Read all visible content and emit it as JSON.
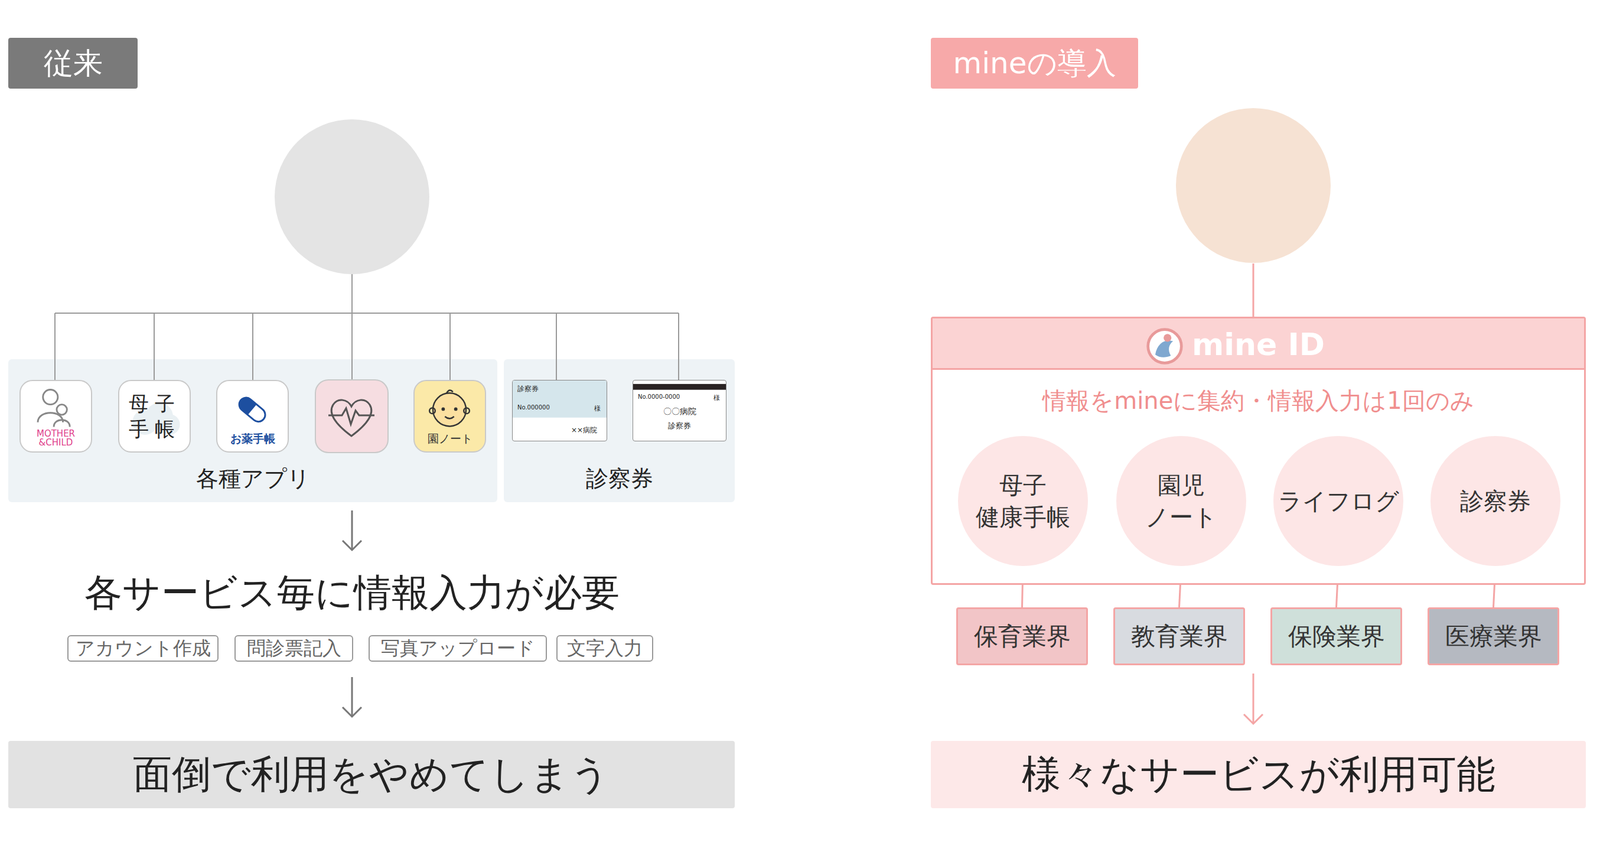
{
  "diagram": {
    "nodes": [
      {
        "text": [
          "従来"
        ]
      },
      {
        "text": [
          "各種アプリ"
        ]
      },
      {
        "text": [
          "MOTHER &CHILD"
        ],
        "in": 1
      },
      {
        "text": [
          "母子 手帳"
        ],
        "in": 1
      },
      {
        "text": [
          "お薬手帳"
        ],
        "in": 1
      },
      {
        "text": [
          "園ノート"
        ],
        "in": 1
      },
      {
        "text": [
          "診察券"
        ]
      },
      {
        "text": [
          "診察券",
          "No.000000",
          "様",
          "××病院"
        ],
        "in": 6
      },
      {
        "text": [
          "No.0000-0000",
          "様",
          "〇〇病院",
          "診察券"
        ],
        "in": 6
      },
      {
        "text": [
          "アカウント作成"
        ]
      },
      {
        "text": [
          "問診票記入"
        ]
      },
      {
        "text": [
          "写真アップロード"
        ]
      },
      {
        "text": [
          "文字入力"
        ]
      },
      {
        "text": [
          "面倒で利用をやめてしまう"
        ]
      },
      {
        "text": [
          "mineの導入"
        ]
      },
      {
        "text": [
          "mine ID",
          "情報をmineに集約・情報入力は1回のみ"
        ]
      },
      {
        "text": [
          "母子 健康手帳"
        ],
        "in": 15
      },
      {
        "text": [
          "園児 ノート"
        ],
        "in": 15
      },
      {
        "text": [
          "ライフログ"
        ],
        "in": 15
      },
      {
        "text": [
          "診察券"
        ],
        "in": 15
      },
      {
        "text": [
          "保育業界"
        ]
      },
      {
        "text": [
          "教育業界"
        ]
      },
      {
        "text": [
          "保険業界"
        ]
      },
      {
        "text": [
          "医療業界"
        ]
      },
      {
        "text": [
          "様々なサービスが利用可能"
        ]
      }
    ],
    "edges": [
      {
        "from": 16,
        "to": 20,
        "arrow": "none"
      },
      {
        "from": 17,
        "to": 21,
        "arrow": "none"
      },
      {
        "from": 18,
        "to": 22,
        "arrow": "none"
      },
      {
        "from": 19,
        "to": 23,
        "arrow": "none"
      }
    ],
    "labels": [
      "各サービス毎に情報入力が必要"
    ]
  }
}
